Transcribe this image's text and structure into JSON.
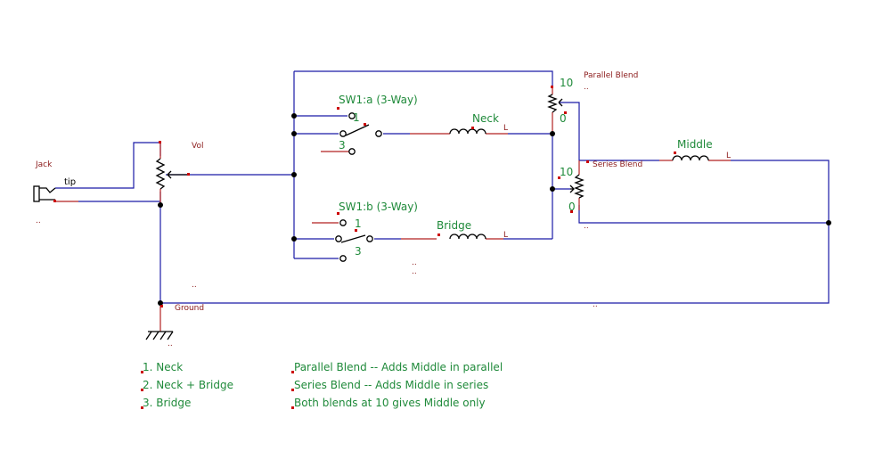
{
  "labels": {
    "jack": "Jack",
    "tip": "tip",
    "vol": "Vol",
    "ground": "Ground",
    "sw1a": "SW1:a (3-Way)",
    "sw1b": "SW1:b (3-Way)",
    "neck": "Neck",
    "bridge": "Bridge",
    "middle": "Middle",
    "parallel_blend": "Parallel Blend",
    "series_blend": "Series Blend",
    "inductor_suffix": "L",
    "pos_1": "1",
    "pos_3": "3",
    "pot_max": "10",
    "pot_min": "0",
    "dots": ".."
  },
  "legend": {
    "positions": [
      "1. Neck",
      "2. Neck + Bridge",
      "3. Bridge"
    ],
    "notes": [
      "Parallel Blend -- Adds Middle in parallel",
      "Series Blend -- Adds Middle in series",
      "Both blends at 10 gives Middle only"
    ]
  },
  "colors": {
    "wire": "#1a1aa6",
    "lead": "#b22222",
    "label_green": "#1f8a3a",
    "label_red": "#8b1a1a",
    "pin": "#cc0000"
  }
}
